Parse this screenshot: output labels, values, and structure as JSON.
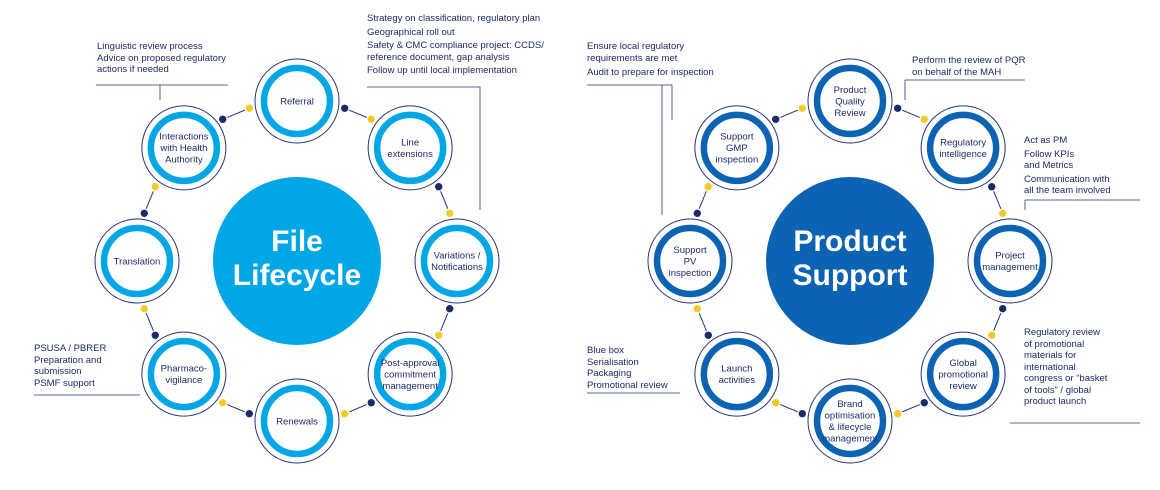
{
  "colors": {
    "navy": "#27347a",
    "left_accent": "#00a6e6",
    "right_accent": "#0d63b3",
    "yellow_dot": "#f5c928",
    "navy_dot": "#1c2a6b",
    "text": "#1c2a6b"
  },
  "left": {
    "hub": [
      "File",
      "Lifecycle"
    ],
    "nodes": [
      {
        "id": "referral",
        "lines": [
          "Referral"
        ]
      },
      {
        "id": "line-extensions",
        "lines": [
          "Line",
          "extensions"
        ]
      },
      {
        "id": "variations",
        "lines": [
          "Variations /",
          "Notifications"
        ]
      },
      {
        "id": "post-approval",
        "lines": [
          "Post-approval",
          "commitment",
          "management"
        ]
      },
      {
        "id": "renewals",
        "lines": [
          "Renewals"
        ]
      },
      {
        "id": "pharmacovigilance",
        "lines": [
          "Pharmaco-",
          "vigilance"
        ]
      },
      {
        "id": "translation",
        "lines": [
          "Translation"
        ]
      },
      {
        "id": "interactions",
        "lines": [
          "Interactions",
          "with Health",
          "Authority"
        ]
      }
    ],
    "notes": {
      "top_left": [
        "Linguistic review process",
        "Advice on proposed regulatory",
        "actions if needed"
      ],
      "top_right": [
        "Strategy on classification, regulatory plan",
        "Geographical roll out",
        "Safety & CMC compliance project: CCDS/",
        "reference document, gap analysis",
        "Follow up until local implementation"
      ],
      "bottom_left": [
        "PSUSA / PBRER",
        "Preparation and",
        "submission",
        "PSMF support"
      ]
    }
  },
  "right": {
    "hub": [
      "Product",
      "Support"
    ],
    "nodes": [
      {
        "id": "pqr",
        "lines": [
          "Product",
          "Quality",
          "Review"
        ]
      },
      {
        "id": "reg-intel",
        "lines": [
          "Regulatory",
          "intelligence"
        ]
      },
      {
        "id": "project-mgmt",
        "lines": [
          "Project",
          "management"
        ]
      },
      {
        "id": "global-promo",
        "lines": [
          "Global",
          "promotional",
          "review"
        ]
      },
      {
        "id": "brand",
        "lines": [
          "Brand",
          "optimisation",
          "& lifecycle",
          "management"
        ]
      },
      {
        "id": "launch",
        "lines": [
          "Launch",
          "activities"
        ]
      },
      {
        "id": "support-pv",
        "lines": [
          "Support",
          "PV",
          "inspection"
        ]
      },
      {
        "id": "support-gmp",
        "lines": [
          "Support",
          "GMP",
          "inspection"
        ]
      }
    ],
    "notes": {
      "top_left": [
        "Ensure local regulatory",
        "requirements are met",
        "Audit to prepare for inspection"
      ],
      "top_mid": [
        "Perform the review of PQR",
        "on behalf of the MAH"
      ],
      "mid_right": [
        "Act as PM",
        "Follow KPIs",
        "and Metrics",
        "Communication with",
        "all the team involved"
      ],
      "bottom_left": [
        "Blue box",
        "Serialisation",
        "Packaging",
        "Promotional review"
      ],
      "bottom_right": [
        "Regulatory review",
        "of promotional",
        "materials for",
        "international",
        "congress or “basket",
        "of tools” / global",
        "product launch"
      ]
    }
  }
}
